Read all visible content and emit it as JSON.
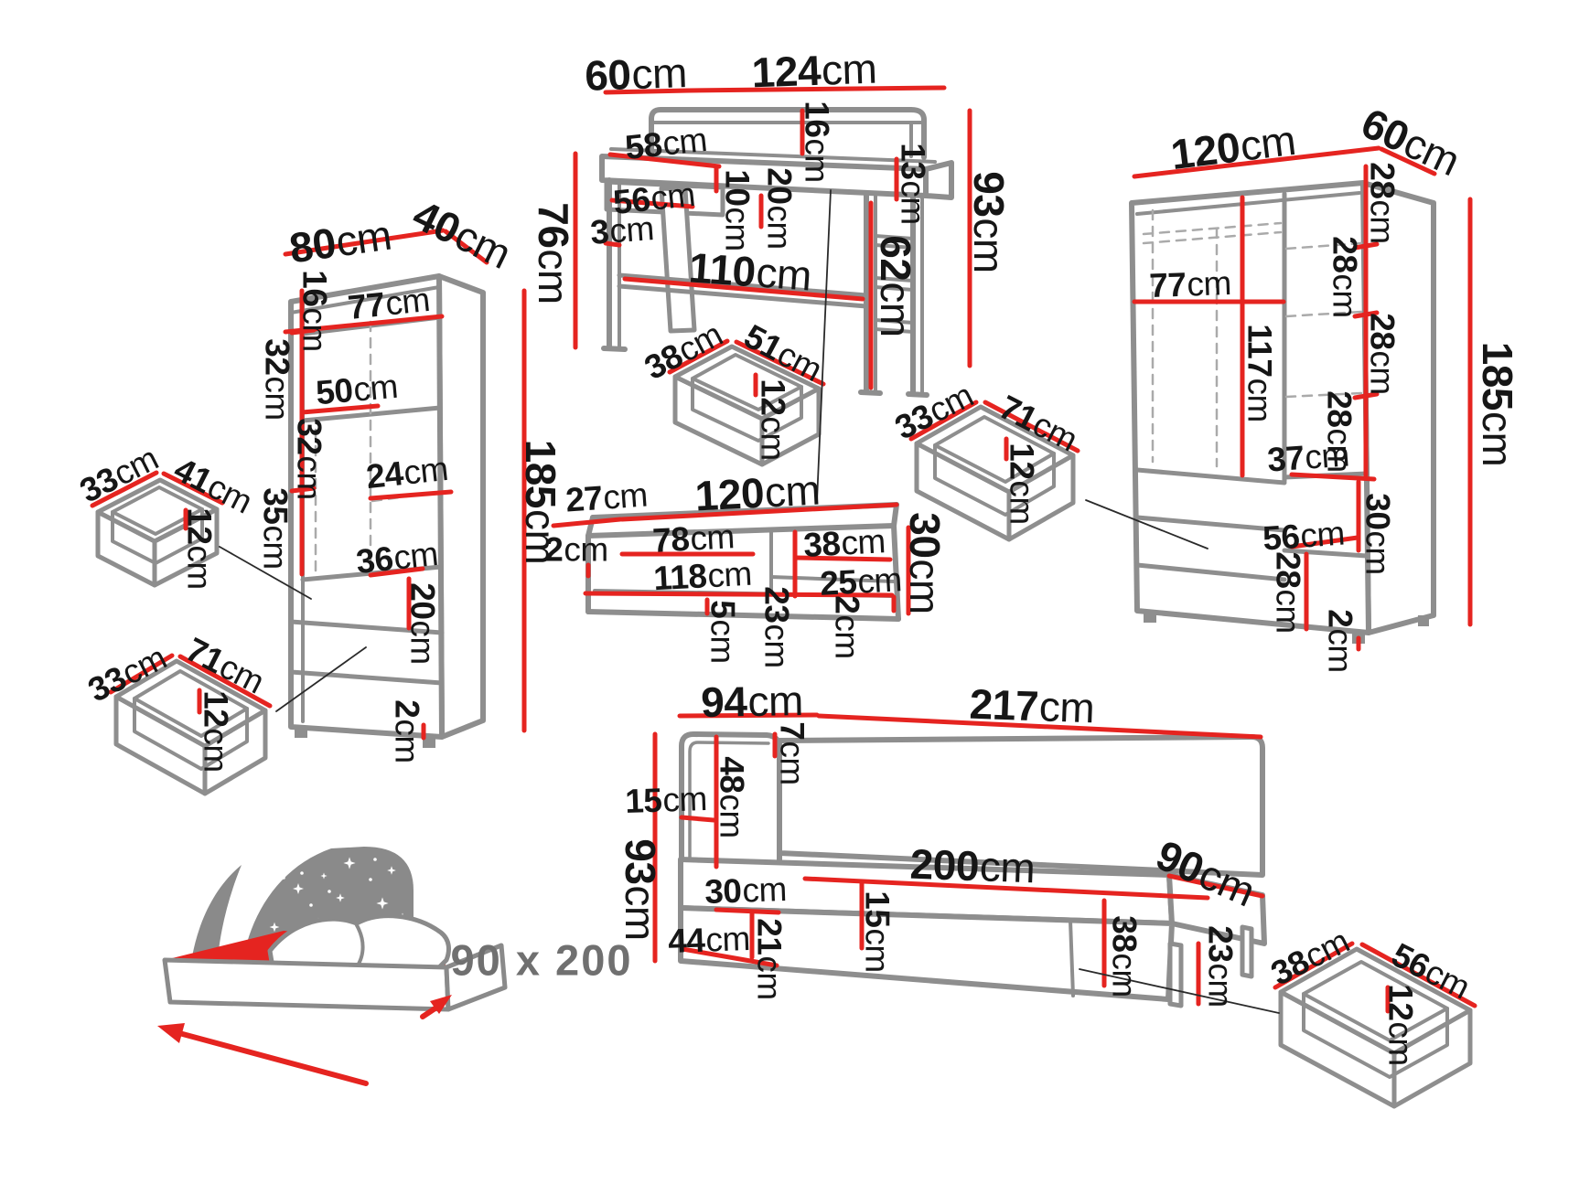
{
  "unit": "cm",
  "colors": {
    "dimension_red": "#e52420",
    "outline_gray": "#8e8e8e",
    "icon_gray": "#8a8a8a",
    "label_text": "#161616",
    "muted_text": "#707070"
  },
  "bookshelf": {
    "width": {
      "n": "80",
      "u": "cm"
    },
    "depth": {
      "n": "40",
      "u": "cm"
    },
    "top_gap": {
      "n": "16",
      "u": "cm"
    },
    "inner_width": {
      "n": "77",
      "u": "cm"
    },
    "gap_upper": {
      "n": "32",
      "u": "cm"
    },
    "shelf_mid": {
      "n": "50",
      "u": "cm"
    },
    "gap_lower": {
      "n": "32",
      "u": "cm"
    },
    "shelf_inner": {
      "n": "24",
      "u": "cm"
    },
    "gap_bottom": {
      "n": "35",
      "u": "cm"
    },
    "shelf_bottom": {
      "n": "36",
      "u": "cm"
    },
    "drawer_height": {
      "n": "20",
      "u": "cm"
    },
    "plinth": {
      "n": "2",
      "u": "cm"
    },
    "height": {
      "n": "185",
      "u": "cm"
    }
  },
  "desk": {
    "depth": {
      "n": "60",
      "u": "cm"
    },
    "width": {
      "n": "124",
      "u": "cm"
    },
    "shelf_width": {
      "n": "58",
      "u": "cm"
    },
    "hutch_gap": {
      "n": "16",
      "u": "cm"
    },
    "top_thickness": {
      "n": "13",
      "u": "cm"
    },
    "drawer_width": {
      "n": "56",
      "u": "cm"
    },
    "leg_thickness": {
      "n": "3",
      "u": "cm"
    },
    "drawer_height": {
      "n": "10",
      "u": "cm"
    },
    "gap_height": {
      "n": "20",
      "u": "cm"
    },
    "footrest_width": {
      "n": "110",
      "u": "cm"
    },
    "side_height": {
      "n": "62",
      "u": "cm"
    },
    "front_height": {
      "n": "76",
      "u": "cm"
    },
    "height": {
      "n": "93",
      "u": "cm"
    }
  },
  "wardrobe": {
    "width": {
      "n": "120",
      "u": "cm"
    },
    "depth": {
      "n": "60",
      "u": "cm"
    },
    "gap_1": {
      "n": "28",
      "u": "cm"
    },
    "inner_width": {
      "n": "77",
      "u": "cm"
    },
    "hanging_height": {
      "n": "117",
      "u": "cm"
    },
    "gap_2": {
      "n": "28",
      "u": "cm"
    },
    "gap_3": {
      "n": "28",
      "u": "cm"
    },
    "gap_4": {
      "n": "28",
      "u": "cm"
    },
    "shelf_width": {
      "n": "37",
      "u": "cm"
    },
    "gap_5": {
      "n": "30",
      "u": "cm"
    },
    "drawer_width": {
      "n": "56",
      "u": "cm"
    },
    "drawer_height": {
      "n": "28",
      "u": "cm"
    },
    "plinth": {
      "n": "2",
      "u": "cm"
    },
    "height": {
      "n": "185",
      "u": "cm"
    }
  },
  "wall_shelf": {
    "depth": {
      "n": "27",
      "u": "cm"
    },
    "width": {
      "n": "120",
      "u": "cm"
    },
    "side": {
      "n": "2",
      "u": "cm"
    },
    "inner_upper": {
      "n": "78",
      "u": "cm"
    },
    "inner_lower": {
      "n": "118",
      "u": "cm"
    },
    "lip": {
      "n": "5",
      "u": "cm"
    },
    "end_height": {
      "n": "23",
      "u": "cm"
    },
    "right_width": {
      "n": "38",
      "u": "cm"
    },
    "right_lower": {
      "n": "25",
      "u": "cm"
    },
    "right_side": {
      "n": "2",
      "u": "cm"
    },
    "height": {
      "n": "30",
      "u": "cm"
    }
  },
  "bed": {
    "headboard_width": {
      "n": "94",
      "u": "cm"
    },
    "total_width": {
      "n": "217",
      "u": "cm"
    },
    "top_gap": {
      "n": "7",
      "u": "cm"
    },
    "headboard_depth": {
      "n": "15",
      "u": "cm"
    },
    "backrest_height": {
      "n": "48",
      "u": "cm"
    },
    "headboard_height": {
      "n": "93",
      "u": "cm"
    },
    "drawer_offset": {
      "n": "30",
      "u": "cm"
    },
    "drawer_width": {
      "n": "44",
      "u": "cm"
    },
    "drawer_height": {
      "n": "21",
      "u": "cm"
    },
    "length": {
      "n": "200",
      "u": "cm"
    },
    "base_drop": {
      "n": "15",
      "u": "cm"
    },
    "width": {
      "n": "90",
      "u": "cm"
    },
    "frame_height": {
      "n": "38",
      "u": "cm"
    },
    "leg_height": {
      "n": "23",
      "u": "cm"
    }
  },
  "drawers": {
    "small": {
      "w": {
        "n": "33",
        "u": "cm"
      },
      "l": {
        "n": "41",
        "u": "cm"
      },
      "h": {
        "n": "12",
        "u": "cm"
      }
    },
    "left": {
      "w": {
        "n": "33",
        "u": "cm"
      },
      "l": {
        "n": "71",
        "u": "cm"
      },
      "h": {
        "n": "12",
        "u": "cm"
      }
    },
    "desk": {
      "w": {
        "n": "38",
        "u": "cm"
      },
      "l": {
        "n": "51",
        "u": "cm"
      },
      "h": {
        "n": "12",
        "u": "cm"
      }
    },
    "right": {
      "w": {
        "n": "33",
        "u": "cm"
      },
      "l": {
        "n": "71",
        "u": "cm"
      },
      "h": {
        "n": "12",
        "u": "cm"
      }
    },
    "bed": {
      "w": {
        "n": "38",
        "u": "cm"
      },
      "l": {
        "n": "56",
        "u": "cm"
      },
      "h": {
        "n": "12",
        "u": "cm"
      }
    }
  },
  "mattress": {
    "size_label": "90 x 200"
  }
}
